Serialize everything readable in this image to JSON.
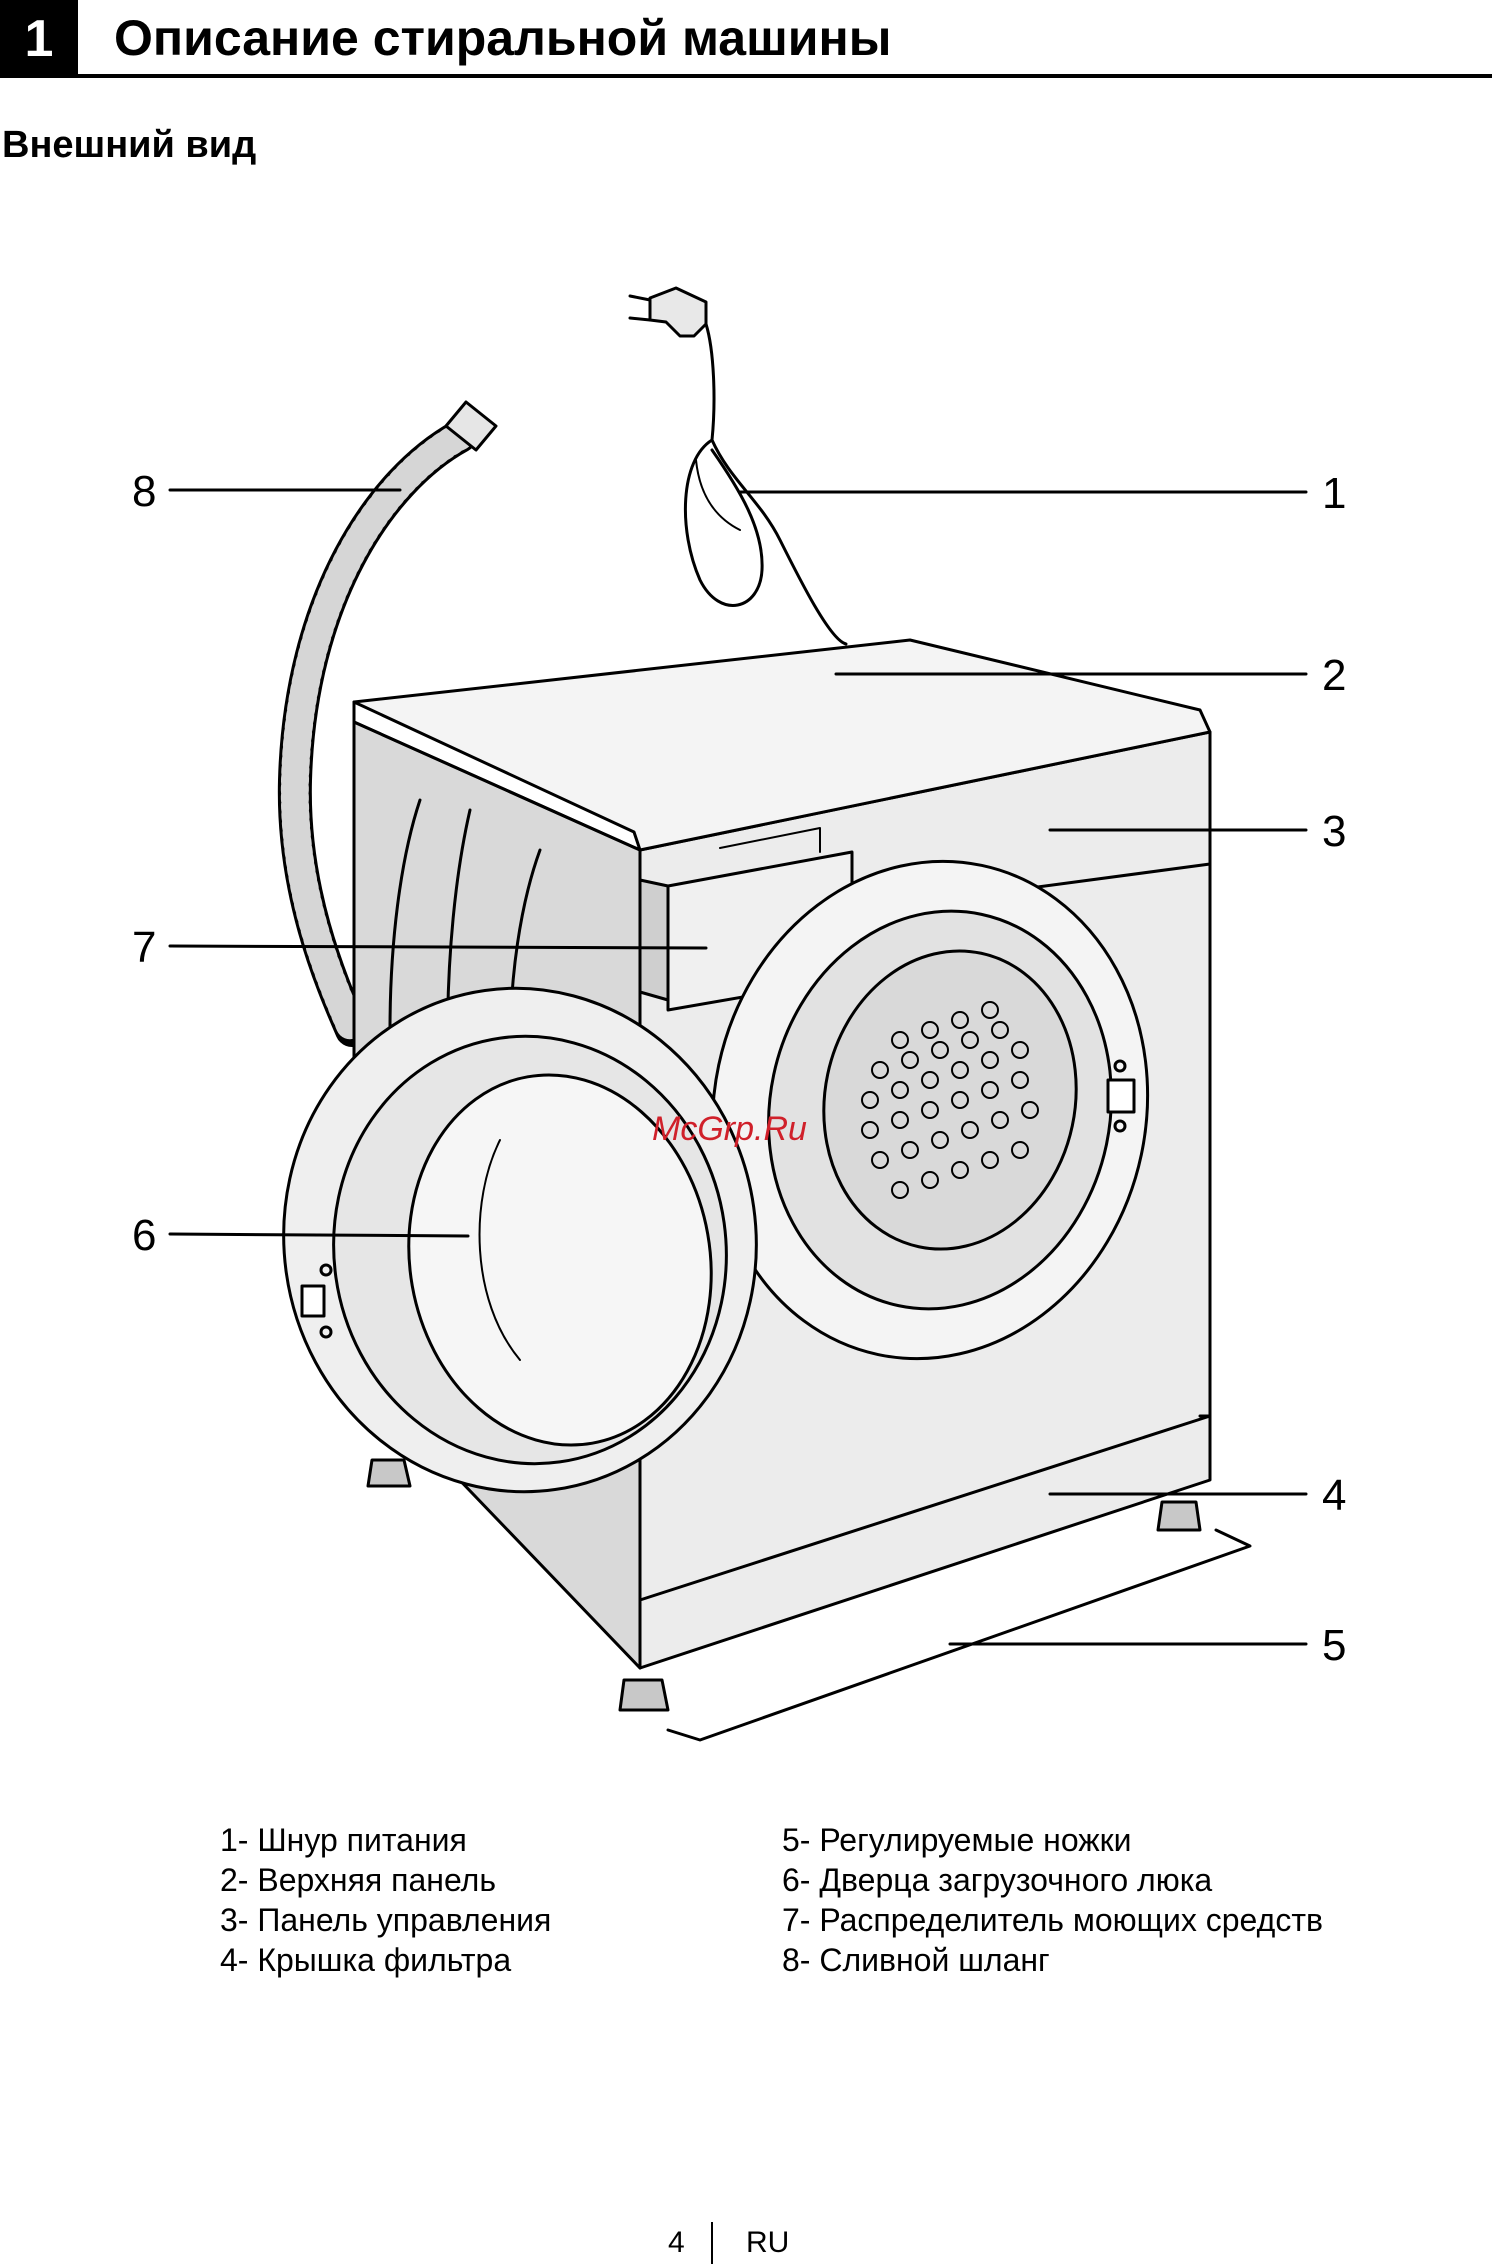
{
  "section": {
    "number": "1",
    "title": "Описание стиральной машины"
  },
  "subheading": "Внешний вид",
  "diagram": {
    "callouts": [
      "1",
      "2",
      "3",
      "4",
      "5",
      "6",
      "7",
      "8"
    ],
    "watermark": "McGrp.Ru"
  },
  "legend": {
    "left": [
      "1- Шнур питания",
      "2- Верхняя панель",
      "3- Панель управления",
      "4- Крышка фильтра"
    ],
    "right": [
      "5- Регулируемые ножки",
      "6- Дверца загрузочного люка",
      "7- Распределитель моющих средств",
      "8- Сливной шланг"
    ]
  },
  "footer": {
    "page": "4",
    "language": "RU"
  },
  "colors": {
    "watermark": "#d0202a",
    "line": "#000000",
    "body": "#ececec"
  }
}
